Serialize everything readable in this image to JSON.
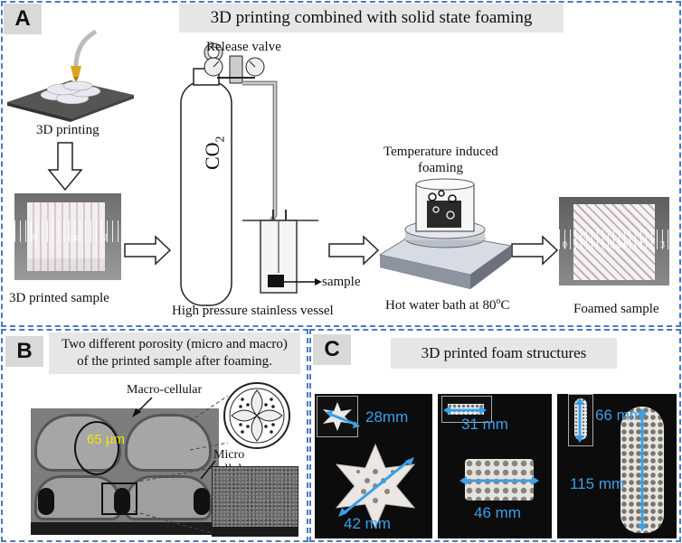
{
  "panel_a": {
    "letter": "A",
    "title": "3D printing combined with solid state foaming",
    "labels": {
      "printing": "3D printing",
      "release_valve": "Release valve",
      "co2": "CO",
      "co2_sub": "2",
      "temperature_line1": "Temperature induced",
      "temperature_line2": "foaming",
      "sample": "sample",
      "printed_sample": "3D printed sample",
      "vessel": "High pressure stainless vessel",
      "hot_water_prefix": "Hot water bath at 80",
      "hot_water_sup": "o",
      "hot_water_suffix": "C",
      "foamed_sample": "Foamed sample"
    },
    "ruler_printed": [
      "0",
      "1 cm",
      "2"
    ],
    "ruler_foamed": [
      "0",
      "1 cm",
      "2",
      "3"
    ]
  },
  "panel_b": {
    "letter": "B",
    "title_line1": "Two different porosity (micro and macro)",
    "title_line2": "of the printed sample after foaming.",
    "macro": "Macro-cellular",
    "micro_line1": "Micro",
    "micro_line2": "cellular",
    "scale": "65 μm"
  },
  "panel_c": {
    "letter": "C",
    "title": "3D printed foam structures",
    "measurements": {
      "star_small": "28mm",
      "star_large": "42 mm",
      "rect_small": "31 mm",
      "rect_large": "46 mm",
      "sole_small": "66 mm",
      "sole_large": "115 mm"
    }
  },
  "colors": {
    "border": "#4a78c4",
    "measure": "#3aa0e8",
    "label_bg": "#d9d9d9",
    "title_bg": "#e6e6e6"
  }
}
